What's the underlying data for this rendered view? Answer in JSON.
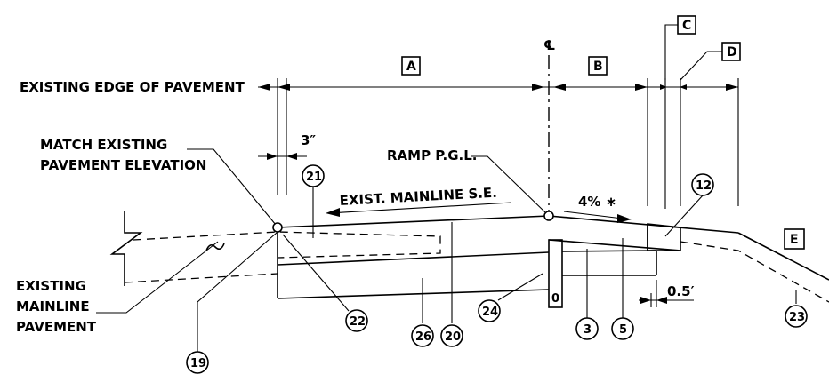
{
  "labels": {
    "existing_edge": "EXISTING EDGE OF PAVEMENT",
    "match_line1": "MATCH EXISTING",
    "match_line2": "PAVEMENT ELEVATION",
    "ramp_pgl": "RAMP P.G.L.",
    "exist_mainline_se": "EXIST. MAINLINE S.E.",
    "slope": "4% ∗",
    "dim_3in": "3″",
    "dim_half_ft": "0.5′",
    "centerline": "℄",
    "existing_line1": "EXISTING",
    "existing_line2": "MAINLINE",
    "existing_line3": "PAVEMENT",
    "zero": "0"
  },
  "boxes": {
    "a": "A",
    "b": "B",
    "c": "C",
    "d": "D",
    "e": "E"
  },
  "callouts": {
    "n21": "21",
    "n12": "12",
    "n22": "22",
    "n24": "24",
    "n26": "26",
    "n20": "20",
    "n3": "3",
    "n5": "5",
    "n23": "23",
    "n19": "19"
  }
}
